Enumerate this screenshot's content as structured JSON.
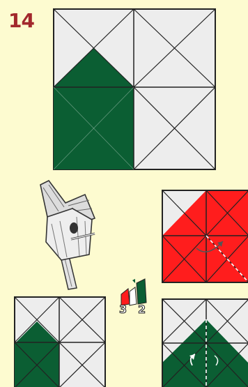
{
  "page": {
    "number": "14"
  },
  "diagram": {
    "labels": {
      "left": "3",
      "right": "2"
    },
    "colors": {
      "background": "#fdfbd0",
      "paper_white": "#ededed",
      "green": "#0b5e33",
      "red": "#ff1d1d",
      "line": "#222222",
      "page_number": "#a2282c"
    }
  }
}
